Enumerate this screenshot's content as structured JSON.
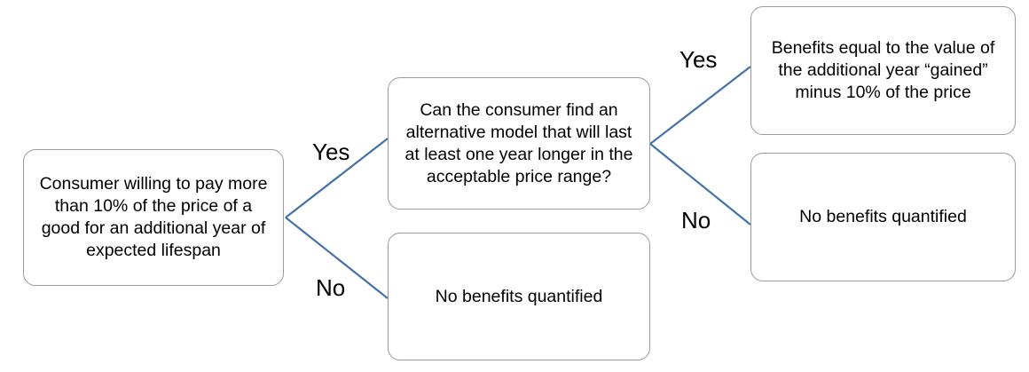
{
  "diagram": {
    "type": "decision-tree",
    "title": "",
    "colors": {
      "connector": "#4472a8",
      "node_border": "#9a9a9a",
      "node_fill": "#ffffff",
      "text": "#000000"
    },
    "nodes": [
      {
        "id": "root",
        "kind": "decision",
        "text": "Consumer willing to pay more than 10% of the price of a good for an additional year of expected lifespan"
      },
      {
        "id": "question",
        "kind": "decision",
        "text": "Can the consumer find an alternative model that will last at least one year longer in the acceptable price range?"
      },
      {
        "id": "benefits",
        "kind": "outcome",
        "text": "Benefits equal to the value of the additional year “gained” minus 10% of the price"
      },
      {
        "id": "nobenefit-right",
        "kind": "outcome",
        "text": "No benefits quantified"
      },
      {
        "id": "nobenefit-bottom",
        "kind": "outcome",
        "text": "No benefits quantified"
      }
    ],
    "edges": [
      {
        "id": "root-yes",
        "from": "root",
        "to": "question",
        "label": "Yes"
      },
      {
        "id": "root-no",
        "from": "root",
        "to": "nobenefit-bottom",
        "label": "No"
      },
      {
        "id": "q-yes",
        "from": "question",
        "to": "benefits",
        "label": "Yes"
      },
      {
        "id": "q-no",
        "from": "question",
        "to": "nobenefit-right",
        "label": "No"
      }
    ]
  }
}
